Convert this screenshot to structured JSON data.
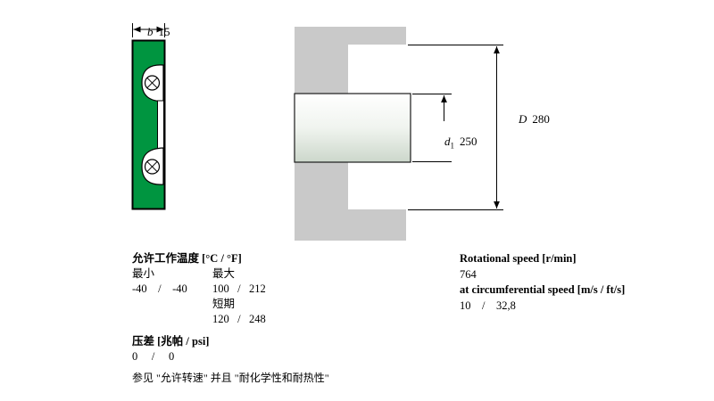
{
  "colors": {
    "seal_green": "#009540",
    "housing_gray": "#c9c9c9",
    "line_black": "#000000"
  },
  "dimensions": {
    "b": {
      "letter": "b",
      "value": "15"
    },
    "d1": {
      "letter": "d",
      "sub": "1",
      "value": "250"
    },
    "D": {
      "letter": "D",
      "value": "280"
    }
  },
  "specs_left": {
    "temperature": {
      "title": "允许工作温度 [°C / °F]",
      "min_header": "最小",
      "max_header": "最大",
      "min_value": "-40    /    -40",
      "max_value": "100   /   212",
      "short_term_label": "短期",
      "short_term_value": "120   /   248"
    },
    "pressure": {
      "title": "压差 [兆帕 / psi]",
      "value": "0     /     0"
    },
    "note": "参见 \"允许转速\" 并且 \"耐化学性和耐热性\""
  },
  "specs_right": {
    "rotational_title": "Rotational speed [r/min]",
    "rotational_value": "764",
    "circumferential_title": "at circumferential speed [m/s / ft/s]",
    "circumferential_value": "10    /    32,8"
  }
}
